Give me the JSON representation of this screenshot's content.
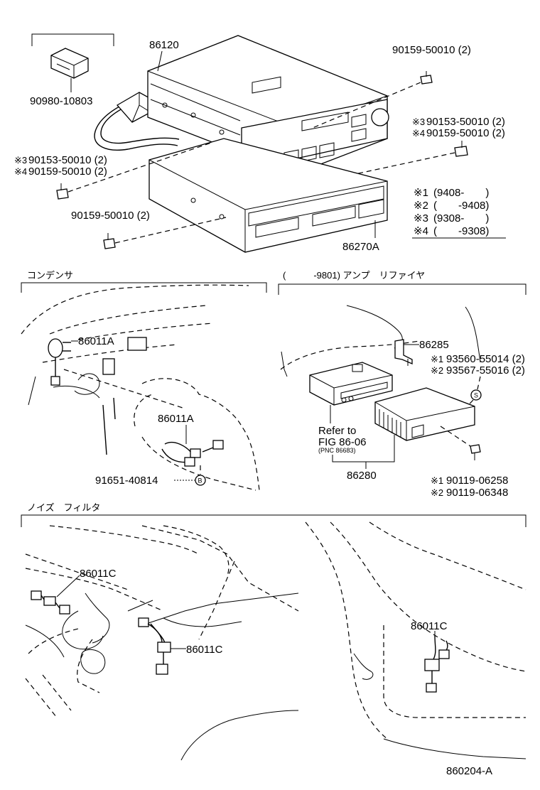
{
  "top": {
    "radio_part": "86120",
    "plug_part": "90980-10803",
    "screw_top_right": "90159-50010 (2)",
    "screw_right_1": "90153-50010 (2)",
    "screw_right_2": "90159-50010 (2)",
    "screw_left_1": "90153-50010 (2)",
    "screw_left_2": "90159-50010 (2)",
    "screw_bottom": "90159-50010 (2)",
    "cd_part": "86270A",
    "marks": {
      "m1": "※3",
      "m2": "※4"
    }
  },
  "legend": [
    {
      "mark": "※1",
      "text": "(9408-　　)"
    },
    {
      "mark": "※2",
      "text": "(　　-9408)"
    },
    {
      "mark": "※3",
      "text": "(9308-　　)"
    },
    {
      "mark": "※4",
      "text": "(　　-9308)"
    }
  ],
  "condenser": {
    "heading": "コンデンサ",
    "part_a": "86011A",
    "part_b": "86011A",
    "part_c": "91651-40814",
    "circle": "B"
  },
  "amplifier": {
    "heading": "(　　　-9801) アンプ　リファイヤ",
    "bracket": "86285",
    "bolt_1": "93560-55014 (2)",
    "bolt_2": "93567-55016 (2)",
    "mark_1": "※1",
    "mark_2": "※2",
    "circle": "S",
    "refer_1": "Refer to",
    "refer_2": "FIG 86-06",
    "refer_3": "(PNC 86683)",
    "amp_part": "86280",
    "screw_1": "90119-06258",
    "screw_2": "90119-06348"
  },
  "filter": {
    "heading": "ノイズ　フィルタ",
    "part_1": "86011C",
    "part_2": "86011C",
    "part_3": "86011C"
  },
  "figure_id": "860204-A"
}
